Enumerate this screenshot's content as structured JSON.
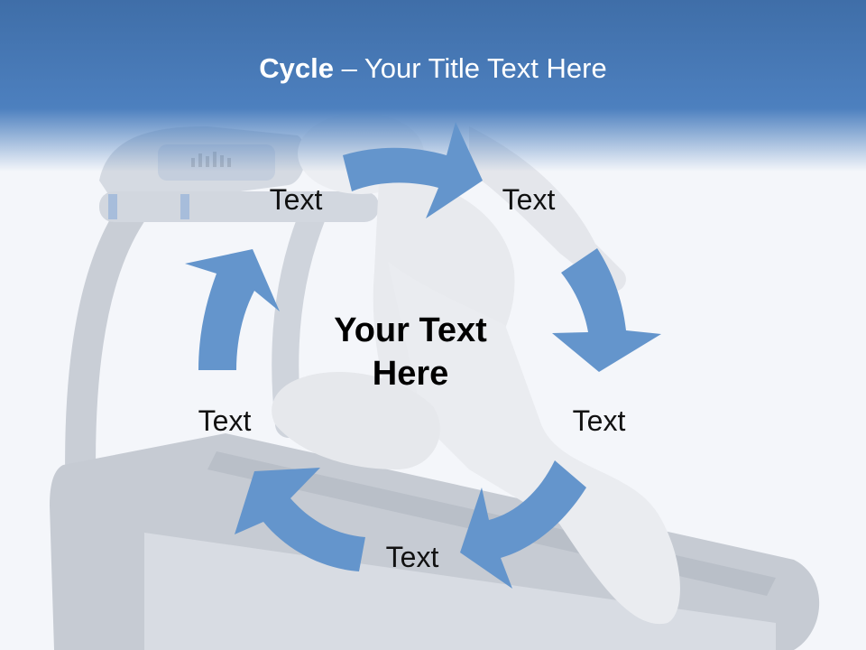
{
  "slide": {
    "title_bold": "Cycle",
    "title_rest": " – Your Title Text Here",
    "center_text_line1": "Your Text",
    "center_text_line2": "Here",
    "labels": {
      "top_left": "Text",
      "top_right": "Text",
      "right": "Text",
      "bottom": "Text",
      "left": "Text"
    },
    "colors": {
      "header": "#4d80bf",
      "arrow": "#6495cc",
      "background": "#f4f6fa"
    }
  }
}
